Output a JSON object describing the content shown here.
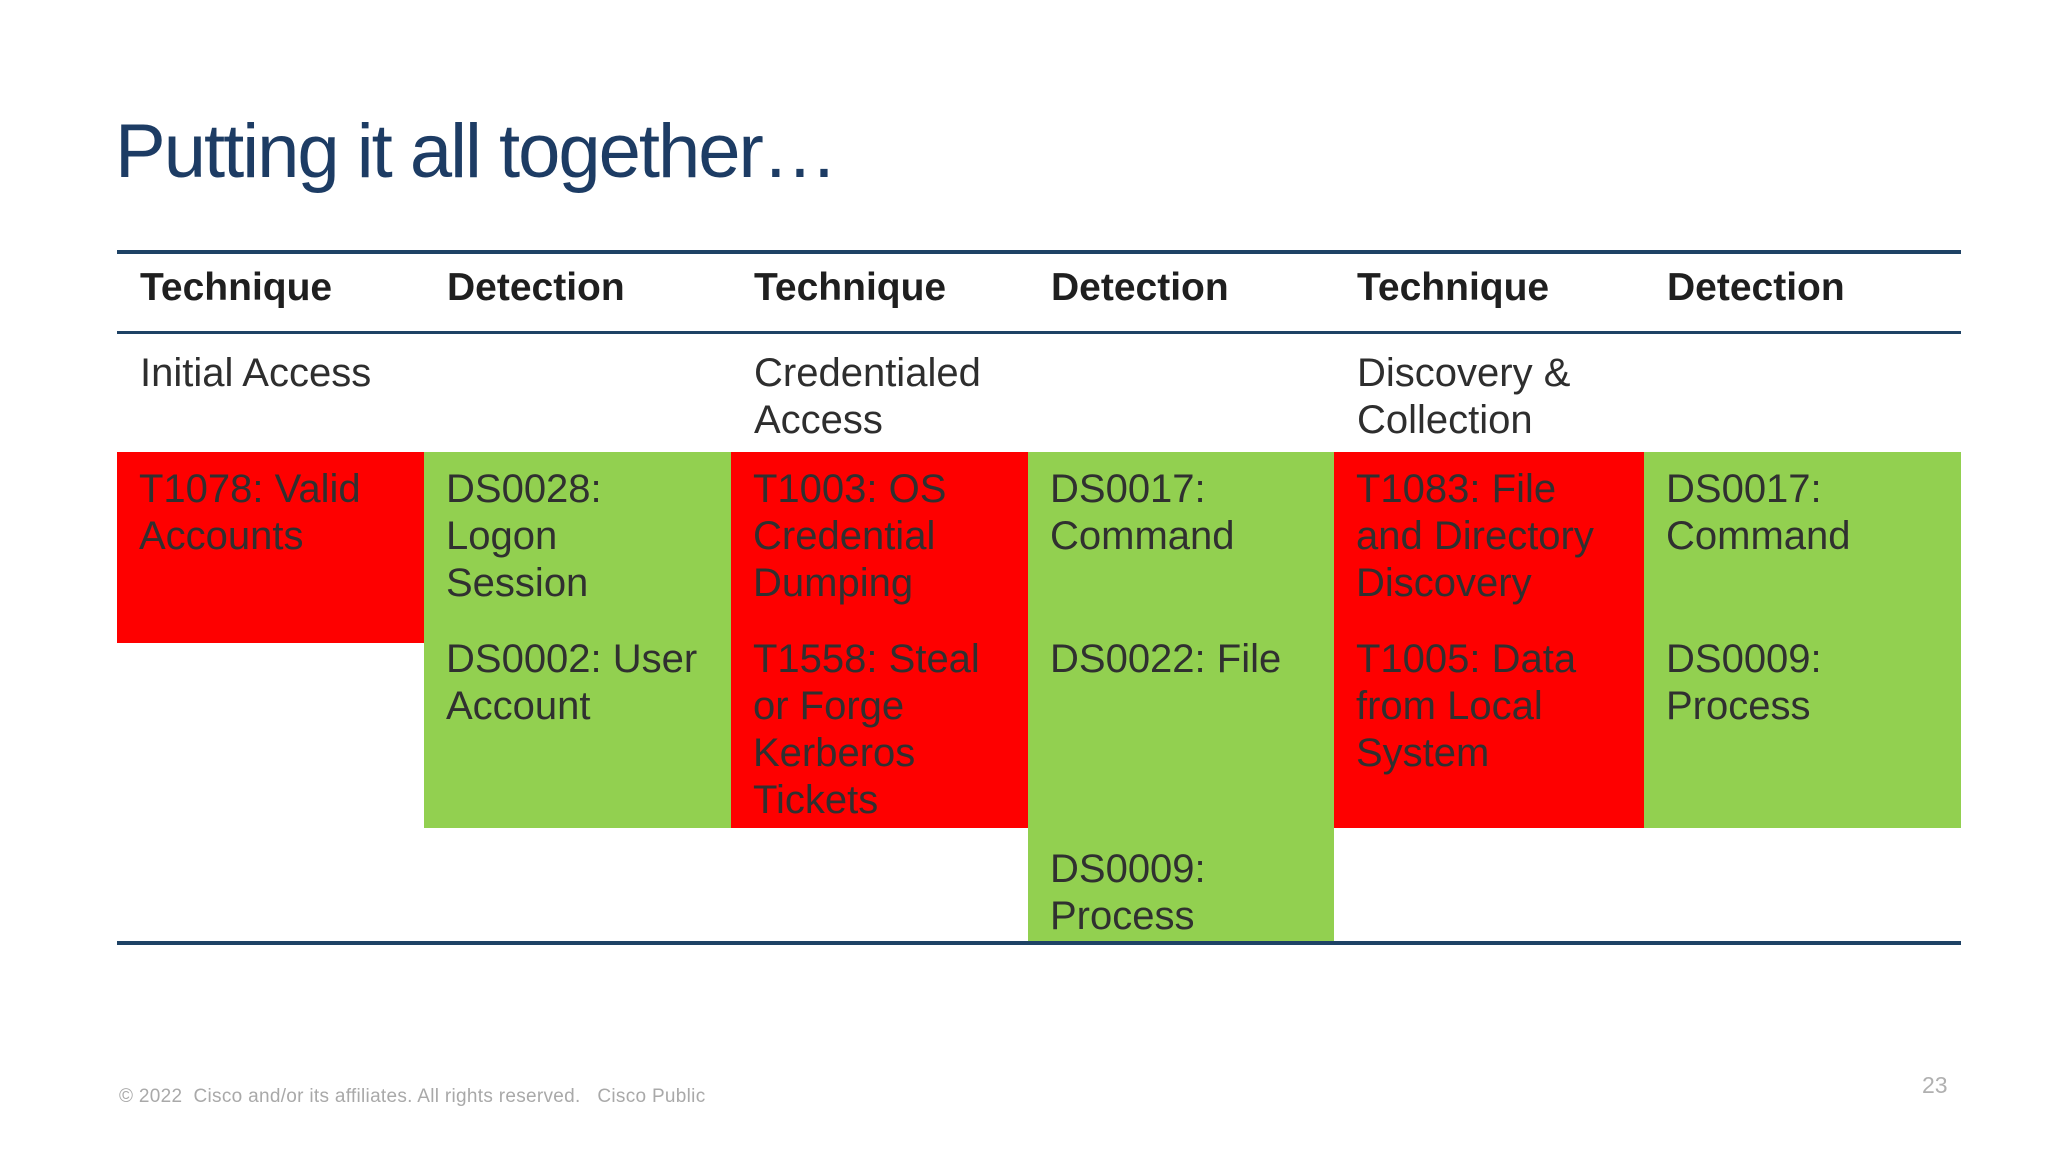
{
  "slide": {
    "title": "Putting it all together…",
    "footer_left": "© 2022  Cisco and/or its affiliates. All rights reserved.   Cisco Public",
    "page_number": "23",
    "colors": {
      "red": "#FE0000",
      "green": "#92D050",
      "navy_line": "#1E4265",
      "title_navy": "#1D3C64",
      "body_text": "#303030",
      "footer_gray": "#A9A9A9"
    }
  },
  "table": {
    "headers": [
      "Technique",
      "Detection",
      "Technique",
      "Detection",
      "Technique",
      "Detection"
    ],
    "categories": {
      "initial_access": "Initial Access",
      "credentialed_access": "Credentialed\nAccess",
      "discovery_collection": "Discovery &\nCollection"
    },
    "blocks": [
      {
        "role": "technique",
        "items": [
          "T1078: Valid\nAccounts"
        ]
      },
      {
        "role": "detection",
        "items": [
          "DS0028:\nLogon\nSession",
          "DS0002: User\nAccount"
        ]
      },
      {
        "role": "technique",
        "items": [
          "T1003: OS\nCredential\nDumping",
          "T1558: Steal\nor Forge\nKerberos\nTickets"
        ]
      },
      {
        "role": "detection",
        "items": [
          "DS0017:\nCommand",
          "DS0022: File",
          "DS0009:\nProcess"
        ]
      },
      {
        "role": "technique",
        "items": [
          "T1083: File\nand Directory\nDiscovery",
          "T1005: Data\nfrom Local\nSystem"
        ]
      },
      {
        "role": "detection",
        "items": [
          "DS0017:\nCommand",
          "DS0009:\nProcess"
        ]
      }
    ]
  }
}
